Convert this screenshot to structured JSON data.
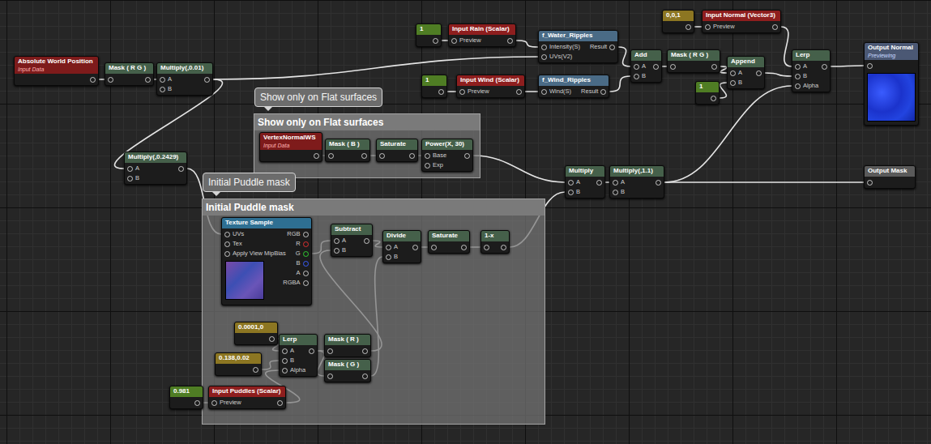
{
  "diagram": {
    "nodes": [
      {
        "text": [
          "Absolute World Position",
          "Input Data"
        ]
      },
      {
        "text": [
          "Mask ( R G )"
        ]
      },
      {
        "text": [
          "Multiply(,0.01)",
          "A",
          "B"
        ]
      },
      {
        "text": [
          "1"
        ]
      },
      {
        "text": [
          "Input Rain (Scalar)",
          "Preview"
        ]
      },
      {
        "text": [
          "f_Water_Ripples",
          "Intensity(S)",
          "Result",
          "UVs(V2)"
        ]
      },
      {
        "text": [
          "0,0,1"
        ]
      },
      {
        "text": [
          "Input Normal (Vector3)",
          "Preview"
        ]
      },
      {
        "text": [
          "1"
        ]
      },
      {
        "text": [
          "Input Wind (Scalar)",
          "Preview"
        ]
      },
      {
        "text": [
          "f_Wind_Ripples",
          "Wind(S)",
          "Result"
        ]
      },
      {
        "text": [
          "Add",
          "A",
          "B"
        ]
      },
      {
        "text": [
          "Mask ( R G )"
        ]
      },
      {
        "text": [
          "Append",
          "A",
          "B"
        ]
      },
      {
        "text": [
          "1"
        ]
      },
      {
        "text": [
          "Lerp",
          "A",
          "B",
          "Alpha"
        ]
      },
      {
        "text": [
          "Output Normal",
          "Previewing"
        ]
      },
      {
        "text": [
          "Show only on Flat surfaces",
          "Show only on Flat surfaces"
        ]
      },
      {
        "text": [
          "VertexNormalWS",
          "Input Data"
        ],
        "in": 17
      },
      {
        "text": [
          "Mask ( B )"
        ],
        "in": 17
      },
      {
        "text": [
          "Saturate"
        ],
        "in": 17
      },
      {
        "text": [
          "Power(X, 30)",
          "Base",
          "Exp"
        ],
        "in": 17
      },
      {
        "text": [
          "Multiply(,0.2429)",
          "A",
          "B"
        ]
      },
      {
        "text": [
          "Multiply",
          "A",
          "B"
        ]
      },
      {
        "text": [
          "Multiply(,1.1)",
          "A",
          "B"
        ]
      },
      {
        "text": [
          "Output Mask"
        ]
      },
      {
        "text": [
          "Initial Puddle mask",
          "Initial Puddle mask"
        ]
      },
      {
        "text": [
          "Texture Sample",
          "UVs",
          "Tex",
          "Apply View MipBias",
          "RGB",
          "R",
          "G",
          "B",
          "A",
          "RGBA"
        ],
        "in": 26
      },
      {
        "text": [
          "Subtract",
          "A",
          "B"
        ],
        "in": 26
      },
      {
        "text": [
          "Divide",
          "A",
          "B"
        ],
        "in": 26
      },
      {
        "text": [
          "Saturate"
        ],
        "in": 26
      },
      {
        "text": [
          "1-x"
        ],
        "in": 26
      },
      {
        "text": [
          "0.0001,0"
        ],
        "in": 26
      },
      {
        "text": [
          "0.138,0.02"
        ],
        "in": 26
      },
      {
        "text": [
          "Lerp",
          "A",
          "B",
          "Alpha"
        ],
        "in": 26
      },
      {
        "text": [
          "Mask ( R )"
        ],
        "in": 26
      },
      {
        "text": [
          "Mask ( G )"
        ],
        "in": 26
      },
      {
        "text": [
          "0.981"
        ],
        "in": 26
      },
      {
        "text": [
          "Input Puddles (Scalar)",
          "Preview"
        ],
        "in": 26
      }
    ],
    "edges": [
      {
        "from": 0,
        "to": 1,
        "arrow": "none"
      },
      {
        "from": 1,
        "to": 2,
        "arrow": "none"
      },
      {
        "from": 2,
        "to": 5,
        "arrow": "none"
      },
      {
        "from": 2,
        "to": 22,
        "arrow": "none"
      },
      {
        "from": 3,
        "to": 4,
        "arrow": "none"
      },
      {
        "from": 4,
        "to": 5,
        "arrow": "none"
      },
      {
        "from": 8,
        "to": 9,
        "arrow": "none"
      },
      {
        "from": 9,
        "to": 10,
        "arrow": "none"
      },
      {
        "from": 5,
        "to": 11,
        "arrow": "none"
      },
      {
        "from": 10,
        "to": 11,
        "arrow": "none"
      },
      {
        "from": 11,
        "to": 12,
        "arrow": "none"
      },
      {
        "from": 12,
        "to": 13,
        "arrow": "none"
      },
      {
        "from": 14,
        "to": 13,
        "arrow": "none"
      },
      {
        "from": 6,
        "to": 7,
        "arrow": "none"
      },
      {
        "from": 7,
        "to": 15,
        "arrow": "none"
      },
      {
        "from": 13,
        "to": 15,
        "arrow": "none"
      },
      {
        "from": 15,
        "to": 16,
        "arrow": "none"
      },
      {
        "from": 18,
        "to": 19,
        "arrow": "none"
      },
      {
        "from": 19,
        "to": 20,
        "arrow": "none"
      },
      {
        "from": 20,
        "to": 21,
        "arrow": "none"
      },
      {
        "from": 21,
        "to": 23,
        "arrow": "none"
      },
      {
        "from": 22,
        "to": 27,
        "arrow": "none"
      },
      {
        "from": 27,
        "to": 28,
        "arrow": "none"
      },
      {
        "from": 28,
        "to": 29,
        "arrow": "none"
      },
      {
        "from": 29,
        "to": 30,
        "arrow": "none"
      },
      {
        "from": 30,
        "to": 31,
        "arrow": "none"
      },
      {
        "from": 31,
        "to": 23,
        "arrow": "none"
      },
      {
        "from": 23,
        "to": 24,
        "arrow": "none"
      },
      {
        "from": 24,
        "to": 15,
        "arrow": "none"
      },
      {
        "from": 24,
        "to": 25,
        "arrow": "none"
      },
      {
        "from": 32,
        "to": 34,
        "arrow": "none"
      },
      {
        "from": 33,
        "to": 34,
        "arrow": "none"
      },
      {
        "from": 38,
        "to": 34,
        "arrow": "none"
      },
      {
        "from": 34,
        "to": 35,
        "arrow": "none"
      },
      {
        "from": 34,
        "to": 36,
        "arrow": "none"
      },
      {
        "from": 35,
        "to": 28,
        "arrow": "none"
      },
      {
        "from": 36,
        "to": 29,
        "arrow": "none"
      },
      {
        "from": 37,
        "to": 38,
        "arrow": "none"
      }
    ]
  }
}
